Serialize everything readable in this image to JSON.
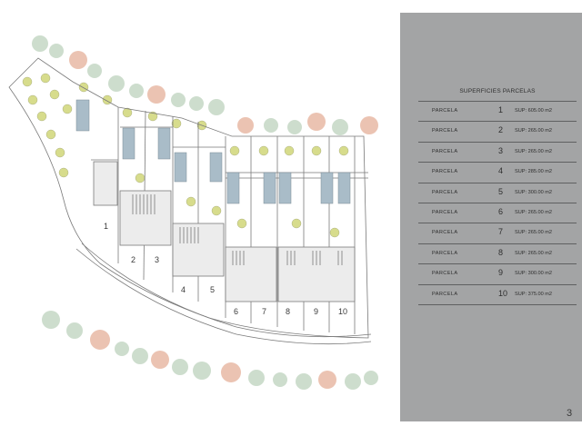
{
  "panel": {
    "title": "SUPERFICIES PARCELAS",
    "page_number": "3"
  },
  "parcels": [
    {
      "label": "PARCELA",
      "number": "1",
      "area": "SUP: 605.00 m2"
    },
    {
      "label": "PARCELA",
      "number": "2",
      "area": "SUP: 265.00 m2"
    },
    {
      "label": "PARCELA",
      "number": "3",
      "area": "SUP: 265.00 m2"
    },
    {
      "label": "PARCELA",
      "number": "4",
      "area": "SUP: 285.00 m2"
    },
    {
      "label": "PARCELA",
      "number": "5",
      "area": "SUP: 300.00 m2"
    },
    {
      "label": "PARCELA",
      "number": "6",
      "area": "SUP: 265.00 m2"
    },
    {
      "label": "PARCELA",
      "number": "7",
      "area": "SUP: 265.00 m2"
    },
    {
      "label": "PARCELA",
      "number": "8",
      "area": "SUP: 265.00 m2"
    },
    {
      "label": "PARCELA",
      "number": "9",
      "area": "SUP: 300.00 m2"
    },
    {
      "label": "PARCELA",
      "number": "10",
      "area": "SUP: 375.00 m2"
    }
  ],
  "plan": {
    "plot_labels": [
      "1",
      "2",
      "3",
      "4",
      "5",
      "6",
      "7",
      "8",
      "9",
      "10"
    ]
  },
  "colors": {
    "panel_bg": "#a3a4a5",
    "line": "#5f6061",
    "pool": "#a9bcc8",
    "tree_green": "#c4d7c4",
    "tree_orange": "#e8b9a5",
    "shrub_yellow": "#d7dc8c"
  }
}
